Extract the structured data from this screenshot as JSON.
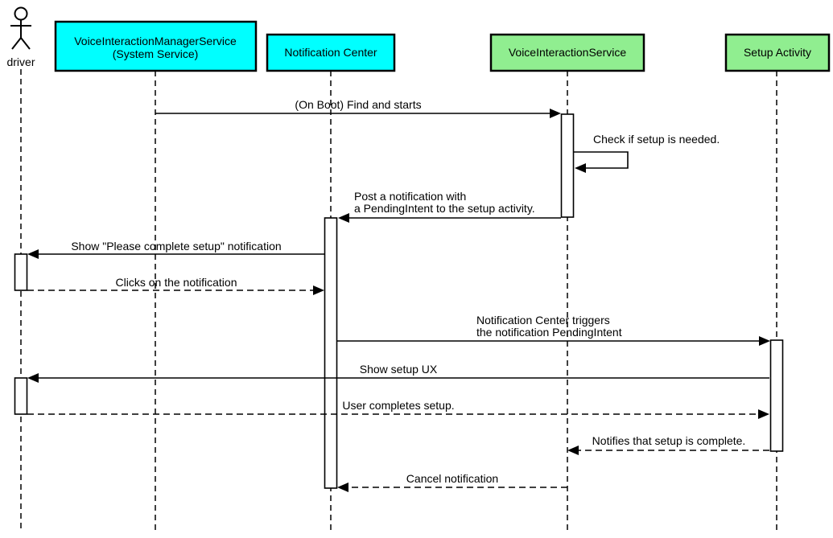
{
  "colors": {
    "participant_primary": "#00ffff",
    "participant_secondary": "#90ee90",
    "line": "#000000",
    "background": "#ffffff"
  },
  "actor": {
    "label": "driver"
  },
  "participants": [
    {
      "id": "voice-interaction-manager-service",
      "line1": "VoiceInteractionManagerService",
      "line2": "(System Service)"
    },
    {
      "id": "notification-center",
      "label": "Notification Center"
    },
    {
      "id": "voice-interaction-service",
      "label": "VoiceInteractionService"
    },
    {
      "id": "setup-activity",
      "label": "Setup Activity"
    }
  ],
  "messages": [
    {
      "from": "voice-interaction-manager-service",
      "to": "voice-interaction-service",
      "style": "solid",
      "label": "(On Boot) Find and starts"
    },
    {
      "from": "voice-interaction-service",
      "to": "voice-interaction-service",
      "style": "solid",
      "label": "Check if setup is needed."
    },
    {
      "from": "voice-interaction-service",
      "to": "notification-center",
      "style": "solid",
      "line1": "Post a notification with",
      "line2": "a PendingIntent to the setup activity."
    },
    {
      "from": "notification-center",
      "to": "driver",
      "style": "solid",
      "label": "Show \"Please complete setup\" notification"
    },
    {
      "from": "driver",
      "to": "notification-center",
      "style": "dashed",
      "label": "Clicks on the notification"
    },
    {
      "from": "notification-center",
      "to": "setup-activity",
      "style": "solid",
      "line1": "Notification Center triggers",
      "line2": "the notification PendingIntent"
    },
    {
      "from": "setup-activity",
      "to": "driver",
      "style": "solid",
      "label": "Show setup UX"
    },
    {
      "from": "driver",
      "to": "setup-activity",
      "style": "dashed",
      "label": "User completes setup."
    },
    {
      "from": "setup-activity",
      "to": "voice-interaction-service",
      "style": "dashed",
      "label": "Notifies that setup is complete."
    },
    {
      "from": "voice-interaction-service",
      "to": "notification-center",
      "style": "dashed",
      "label": "Cancel notification"
    }
  ]
}
